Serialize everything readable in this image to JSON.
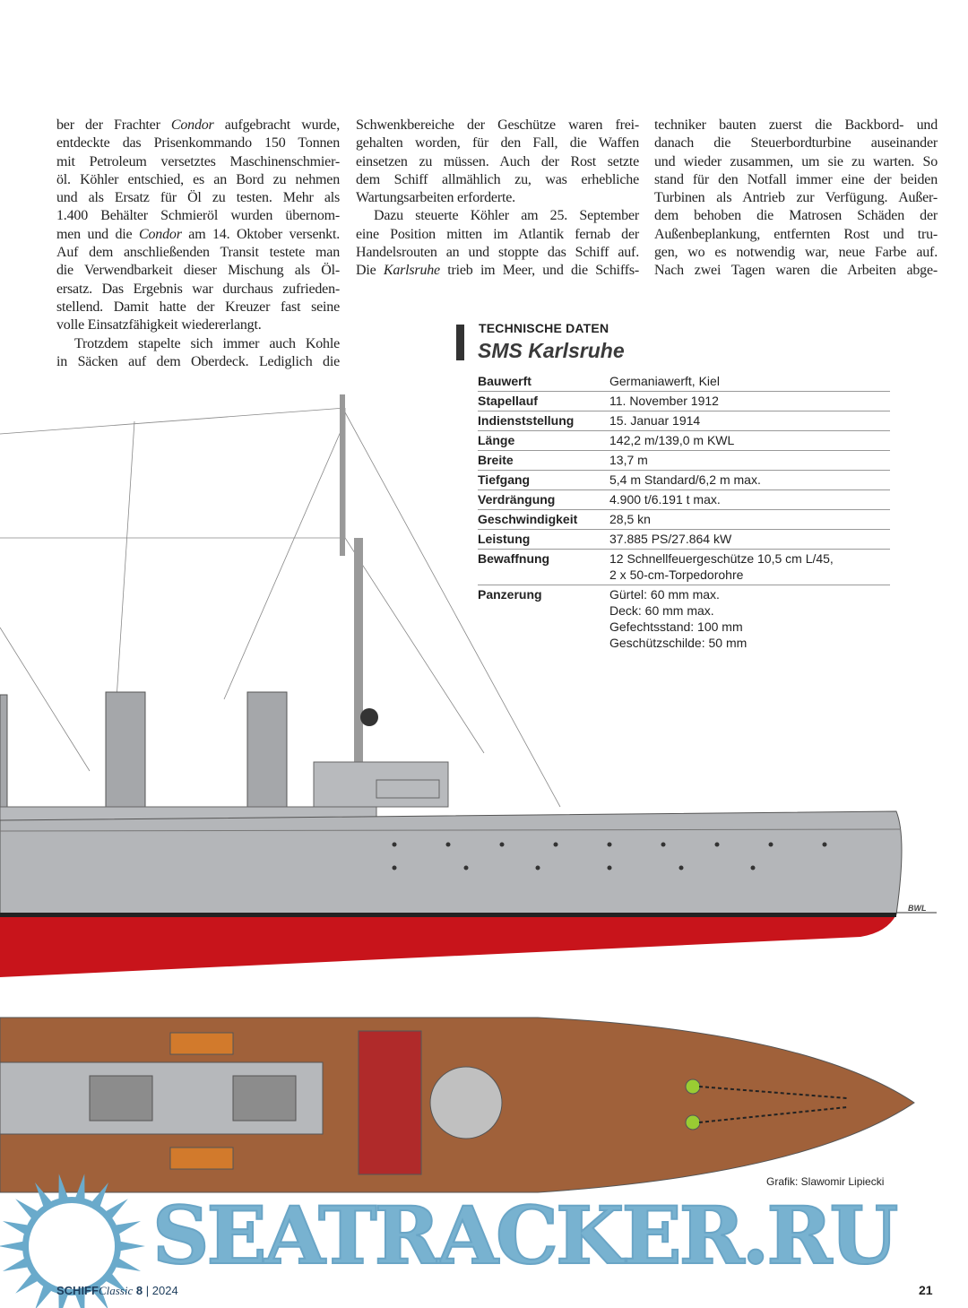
{
  "article": {
    "col1": [
      [
        "ber der Frachter ",
        "Condor",
        " aufgebracht wurde,"
      ],
      [
        "entdeckte das Prisenkommando 150 Tonnen"
      ],
      [
        "mit Petroleum versetztes Maschinenschmier-"
      ],
      [
        "öl. Köhler entschied, es an Bord zu nehmen"
      ],
      [
        "und als Ersatz für Öl zu testen. Mehr als"
      ],
      [
        "1.400 Behälter Schmieröl wurden übernom-"
      ],
      [
        "men und die ",
        "Condor",
        " am 14. Oktober versenkt."
      ],
      [
        "Auf dem anschließenden Transit testete man"
      ],
      [
        "die Verwendbarkeit dieser Mischung als Öl-"
      ],
      [
        "ersatz. Das Ergebnis war durchaus zufrieden-"
      ],
      [
        "stellend. Damit hatte der Kreuzer fast seine"
      ],
      [
        "volle Einsatzfähigkeit wiedererlangt."
      ],
      [
        "Trotzdem stapelte sich immer auch Kohle"
      ],
      [
        "in Säcken auf dem Oberdeck. Lediglich die"
      ]
    ],
    "col2": [
      [
        "Schwenkbereiche der Geschütze waren frei-"
      ],
      [
        "gehalten worden, für den Fall, die Waffen"
      ],
      [
        "einsetzen zu müssen. Auch der Rost setzte"
      ],
      [
        "dem Schiff allmählich zu, was erhebliche"
      ],
      [
        "Wartungsarbeiten erforderte."
      ],
      [
        "Dazu steuerte Köhler am 25. September"
      ],
      [
        "eine Position mitten im Atlantik fernab der"
      ],
      [
        "Handelsrouten an und stoppte das Schiff auf."
      ],
      [
        "Die ",
        "Karlsruhe",
        " trieb im Meer, und die Schiffs-"
      ]
    ],
    "col3": [
      [
        "techniker bauten zuerst die Backbord- und"
      ],
      [
        "danach die Steuerbordturbine auseinander"
      ],
      [
        "und wieder zusammen, um sie zu warten. So"
      ],
      [
        "stand für den Notfall immer eine der beiden"
      ],
      [
        "Turbinen als Antrieb zur Verfügung. Außer-"
      ],
      [
        "dem behoben die Matrosen Schäden der"
      ],
      [
        "Außenbeplankung, entfernten Rost und tru-"
      ],
      [
        "gen, wo es notwendig war, neue Farbe auf."
      ],
      [
        "Nach zwei Tagen waren die Arbeiten abge-"
      ]
    ]
  },
  "tech": {
    "kicker": "TECHNISCHE DATEN",
    "title": "SMS Karlsruhe",
    "rows": [
      {
        "k": "Bauwerft",
        "v": "Germaniawerft, Kiel"
      },
      {
        "k": "Stapellauf",
        "v": "11. November 1912"
      },
      {
        "k": "Indienststellung",
        "v": "15. Januar 1914"
      },
      {
        "k": "Länge",
        "v": "142,2 m/139,0 m KWL"
      },
      {
        "k": "Breite",
        "v": "13,7 m"
      },
      {
        "k": "Tiefgang",
        "v": "5,4 m Standard/6,2 m max."
      },
      {
        "k": "Verdrängung",
        "v": "4.900 t/6.191 t max."
      },
      {
        "k": "Geschwindigkeit",
        "v": "28,5 kn"
      },
      {
        "k": "Leistung",
        "v": "37.885 PS/27.864 kW"
      },
      {
        "k": "Bewaffnung",
        "v": "12 Schnellfeuergeschütze 10,5 cm L/45,\n2 x 50-cm-Torpedorohre"
      },
      {
        "k": "Panzerung",
        "v": "Gürtel: 60 mm max.\nDeck: 60 mm max.\nGefechtsstand: 100 mm\nGeschützschilde: 50 mm"
      }
    ]
  },
  "drawing": {
    "waterline_label": "BWL",
    "credit": "Grafik: Slawomir Lipiecki"
  },
  "footer": {
    "brand_bold": "SCHIFF",
    "brand_italic": "Classic",
    "issue": "8",
    "sep": "|",
    "year": "2024",
    "page": "21"
  },
  "watermark": "SEATRACKER.RU",
  "colors": {
    "hull": "#b4b6b9",
    "antifouling": "#c8141b",
    "deck_wood": "#a0613a",
    "watermark": "#6aaacb"
  }
}
